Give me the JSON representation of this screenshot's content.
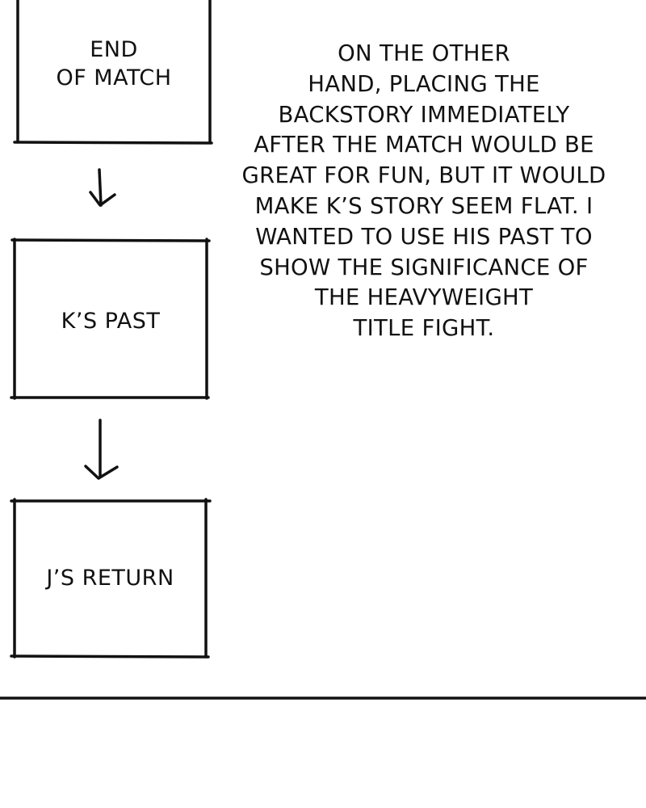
{
  "flow": {
    "boxes": [
      {
        "label": "END\nOF MATCH"
      },
      {
        "label": "K’S PAST"
      },
      {
        "label": "J’S RETURN"
      }
    ]
  },
  "narration": {
    "lines": [
      "ON THE OTHER",
      "HAND, PLACING THE",
      "BACKSTORY IMMEDIATELY",
      "AFTER THE MATCH WOULD BE",
      "GREAT FOR FUN, BUT IT WOULD",
      "MAKE K’S STORY SEEM FLAT. I",
      "WANTED TO USE HIS PAST TO",
      "SHOW THE SIGNIFICANCE OF",
      "THE HEAVYWEIGHT",
      "TITLE FIGHT."
    ]
  },
  "colors": {
    "ink": "#111111",
    "paper": "#ffffff"
  }
}
